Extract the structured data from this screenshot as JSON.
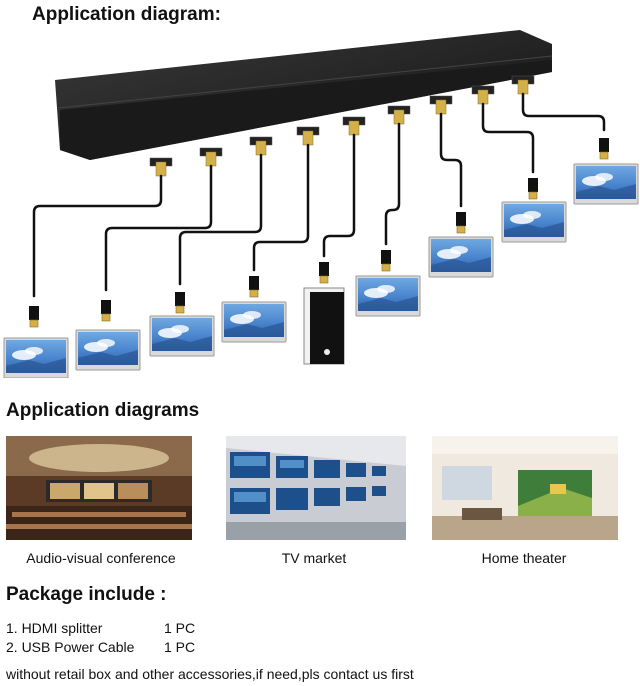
{
  "diagram": {
    "title": "Application diagram:",
    "output_count": 8,
    "splitter_ports": 9
  },
  "applications": {
    "title": "Application diagrams",
    "items": [
      {
        "label": "Audio-visual conference"
      },
      {
        "label": "TV market"
      },
      {
        "label": "Home theater"
      }
    ]
  },
  "package": {
    "title": "Package include :",
    "items": [
      {
        "name": "1. HDMI splitter",
        "qty": "1 PC"
      },
      {
        "name": "2. USB Power Cable",
        "qty": "1 PC"
      }
    ],
    "note": "without retail box and other accessories,if need,pls contact us first"
  }
}
